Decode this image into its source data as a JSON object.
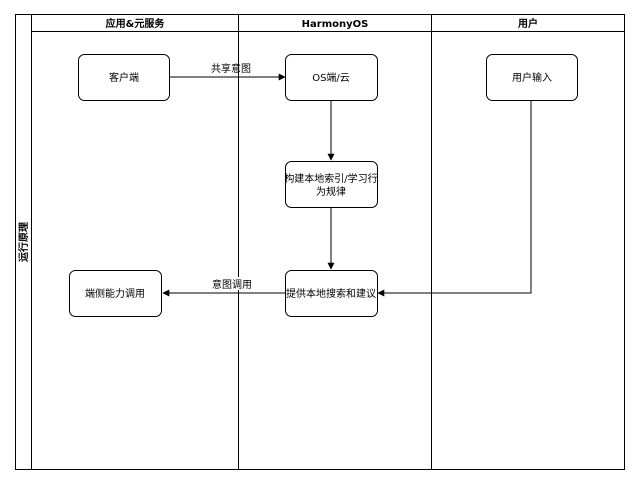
{
  "diagram": {
    "pool_label": "运行原理",
    "lanes": [
      {
        "title": "应用&元服务"
      },
      {
        "title": "HarmonyOS"
      },
      {
        "title": "用户"
      }
    ],
    "nodes": {
      "client": "客户端",
      "os_cloud": "OS端/云",
      "user_input": "用户输入",
      "build_index_line1": "构建本地索引/学习行",
      "build_index_line2": "为规律",
      "provide_search": "提供本地搜索和建议",
      "device_call": "端侧能力调用"
    },
    "edges": {
      "share_intent": "共享意图",
      "intent_call": "意图调用"
    }
  }
}
